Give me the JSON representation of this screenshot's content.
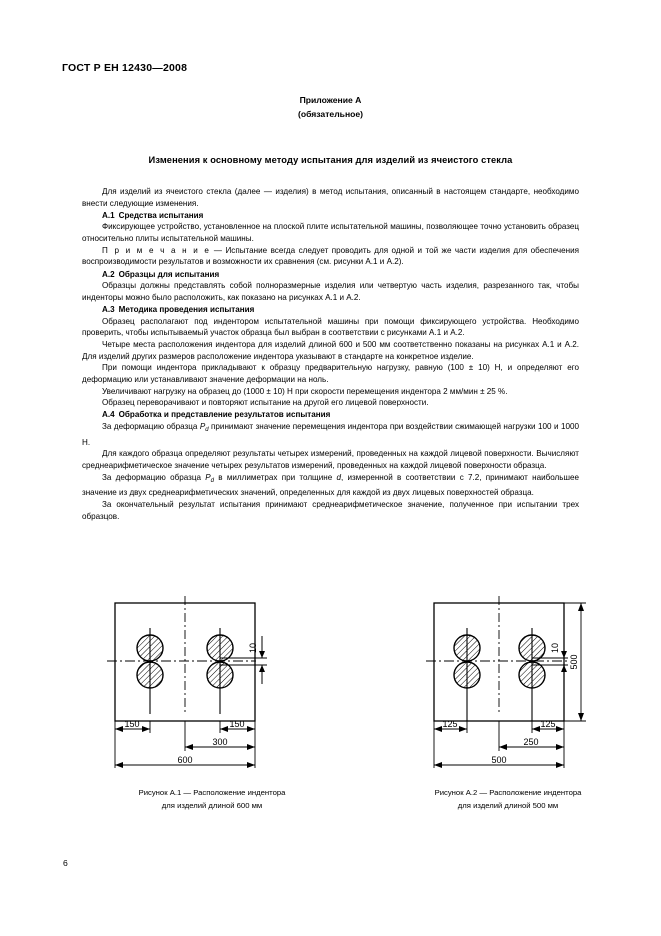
{
  "document": {
    "standard_header": "ГОСТ Р ЕН 12430—2008",
    "page_number": "6"
  },
  "annex": {
    "label": "Приложение А",
    "status": "(обязательное)",
    "title": "Изменения к основному методу испытания для изделий из ячеистого стекла"
  },
  "body": {
    "intro_p1": "Для изделий из ячеистого стекла (далее — изделия) в метод испытания, описанный в настоящем стандарте, необходимо внести следующие изменения.",
    "sec_a1_num": "А.1",
    "sec_a1_title": "Средства испытания",
    "a1_p1": "Фиксирующее устройство, установленное на плоской плите испытательной машины, позволяющее точно установить образец относительно плиты испытательной машины.",
    "note_label": "П р и м е ч а н и е",
    "note_text": " — Испытание всегда следует проводить для одной и той же части изделия для обеспечения воспроизводимости результатов и возможности их сравнения (см. рисунки А.1 и А.2).",
    "sec_a2_num": "А.2",
    "sec_a2_title": "Образцы для испытания",
    "a2_p1": "Образцы должны представлять собой полноразмерные изделия или четвертую часть изделия, разрезанного так, чтобы инденторы можно было расположить, как показано на рисунках А.1 и А.2.",
    "sec_a3_num": "А.3",
    "sec_a3_title": "Методика проведения испытания",
    "a3_p1": "Образец располагают под индентором испытательной машины при помощи фиксирующего устройства. Необходимо проверить, чтобы испытываемый участок образца был выбран в соответствии с рисунками А.1 и А.2.",
    "a3_p2": "Четыре места расположения индентора для изделий длиной 600 и 500 мм соответственно показаны на рисунках А.1 и А.2. Для изделий других размеров расположение индентора указывают в стандарте на конкретное изделие.",
    "a3_p3": "При помощи индентора прикладывают к образцу предварительную нагрузку, равную (100 ± 10) Н, и определяют его деформацию или устанавливают значение деформации на ноль.",
    "a3_p4": "Увеличивают нагрузку на образец до (1000 ± 10) Н при скорости перемещения индентора 2 мм/мин ± 25 %.",
    "a3_p5": "Образец переворачивают и повторяют испытание на другой его лицевой поверхности.",
    "sec_a4_num": "А.4",
    "sec_a4_title": "Обработка и представление результатов испытания",
    "a4_p1_a": "За деформацию образца ",
    "a4_p1_sym": "P",
    "a4_p1_sub": "d",
    "a4_p1_b": " принимают значение перемещения индентора при воздействии сжимающей нагрузки 100 и 1000 Н.",
    "a4_p2": "Для каждого образца определяют результаты четырех измерений, проведенных на каждой лицевой поверхности. Вычисляют среднеарифметическое значение четырех результатов измерений, проведенных на каждой лицевой поверхности образца.",
    "a4_p3_a": "За деформацию образца ",
    "a4_p3_sym": "P",
    "a4_p3_sub": "d",
    "a4_p3_b": " в миллиметрах при толщине ",
    "a4_p3_d": "d",
    "a4_p3_c": ", измеренной в соответствии с 7.2, принимают наибольшее значение из двух среднеарифметических значений, определенных для каждой из двух лицевых поверхностей образца.",
    "a4_p4": "За окончательный результат испытания принимают среднеарифметическое значение, полученное при испытании трех образцов."
  },
  "figure_a1": {
    "caption_line1": "Рисунок А.1 — Расположение индентора",
    "caption_line2": "для изделий длиной 600 мм",
    "dim_edge_left": "150",
    "dim_edge_right": "150",
    "dim_mid": "300",
    "dim_total": "600",
    "dim_gap": "10"
  },
  "figure_a2": {
    "caption_line1": "Рисунок А.2 — Расположение индентора",
    "caption_line2": "для изделий длиной 500 мм",
    "dim_edge_left": "125",
    "dim_edge_right": "125",
    "dim_mid": "250",
    "dim_total": "500",
    "dim_gap": "10",
    "dim_height": "500"
  },
  "colors": {
    "ink": "#000000",
    "paper": "#ffffff"
  }
}
